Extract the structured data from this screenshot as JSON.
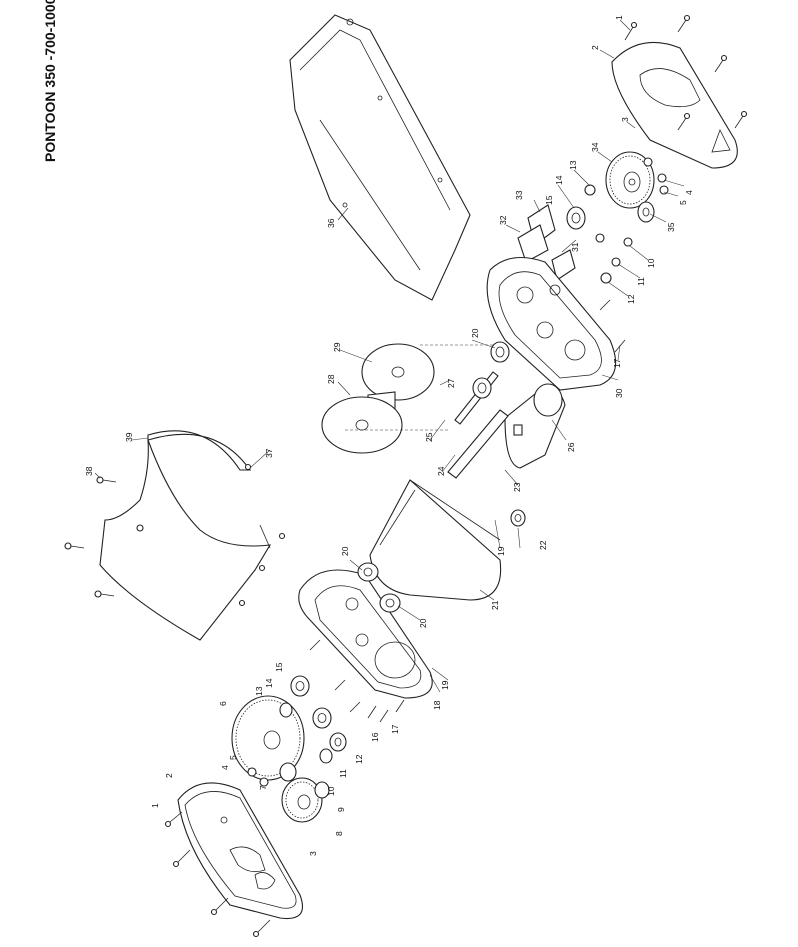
{
  "title": "PONTOON 350 -700-1000",
  "callouts": {
    "n1": "1",
    "n2": "2",
    "n3": "3",
    "n4": "4",
    "n5": "5",
    "n6": "6",
    "n7": "7",
    "n8": "8",
    "n9": "9",
    "n10": "10",
    "n11": "11",
    "n12": "12",
    "n13": "13",
    "n14": "14",
    "n15": "15",
    "n16": "16",
    "n17": "17",
    "n18": "18",
    "n19": "19",
    "n20": "20",
    "n21": "21",
    "n22": "22",
    "n23": "23",
    "n24": "24",
    "n25": "25",
    "n26": "26",
    "n27": "27",
    "n28": "28",
    "n29": "29",
    "n30": "30",
    "n31": "31",
    "n32": "32",
    "n33": "33",
    "n34": "34",
    "n35": "35",
    "n36": "36",
    "n37": "37",
    "n38": "38",
    "n39": "39"
  }
}
